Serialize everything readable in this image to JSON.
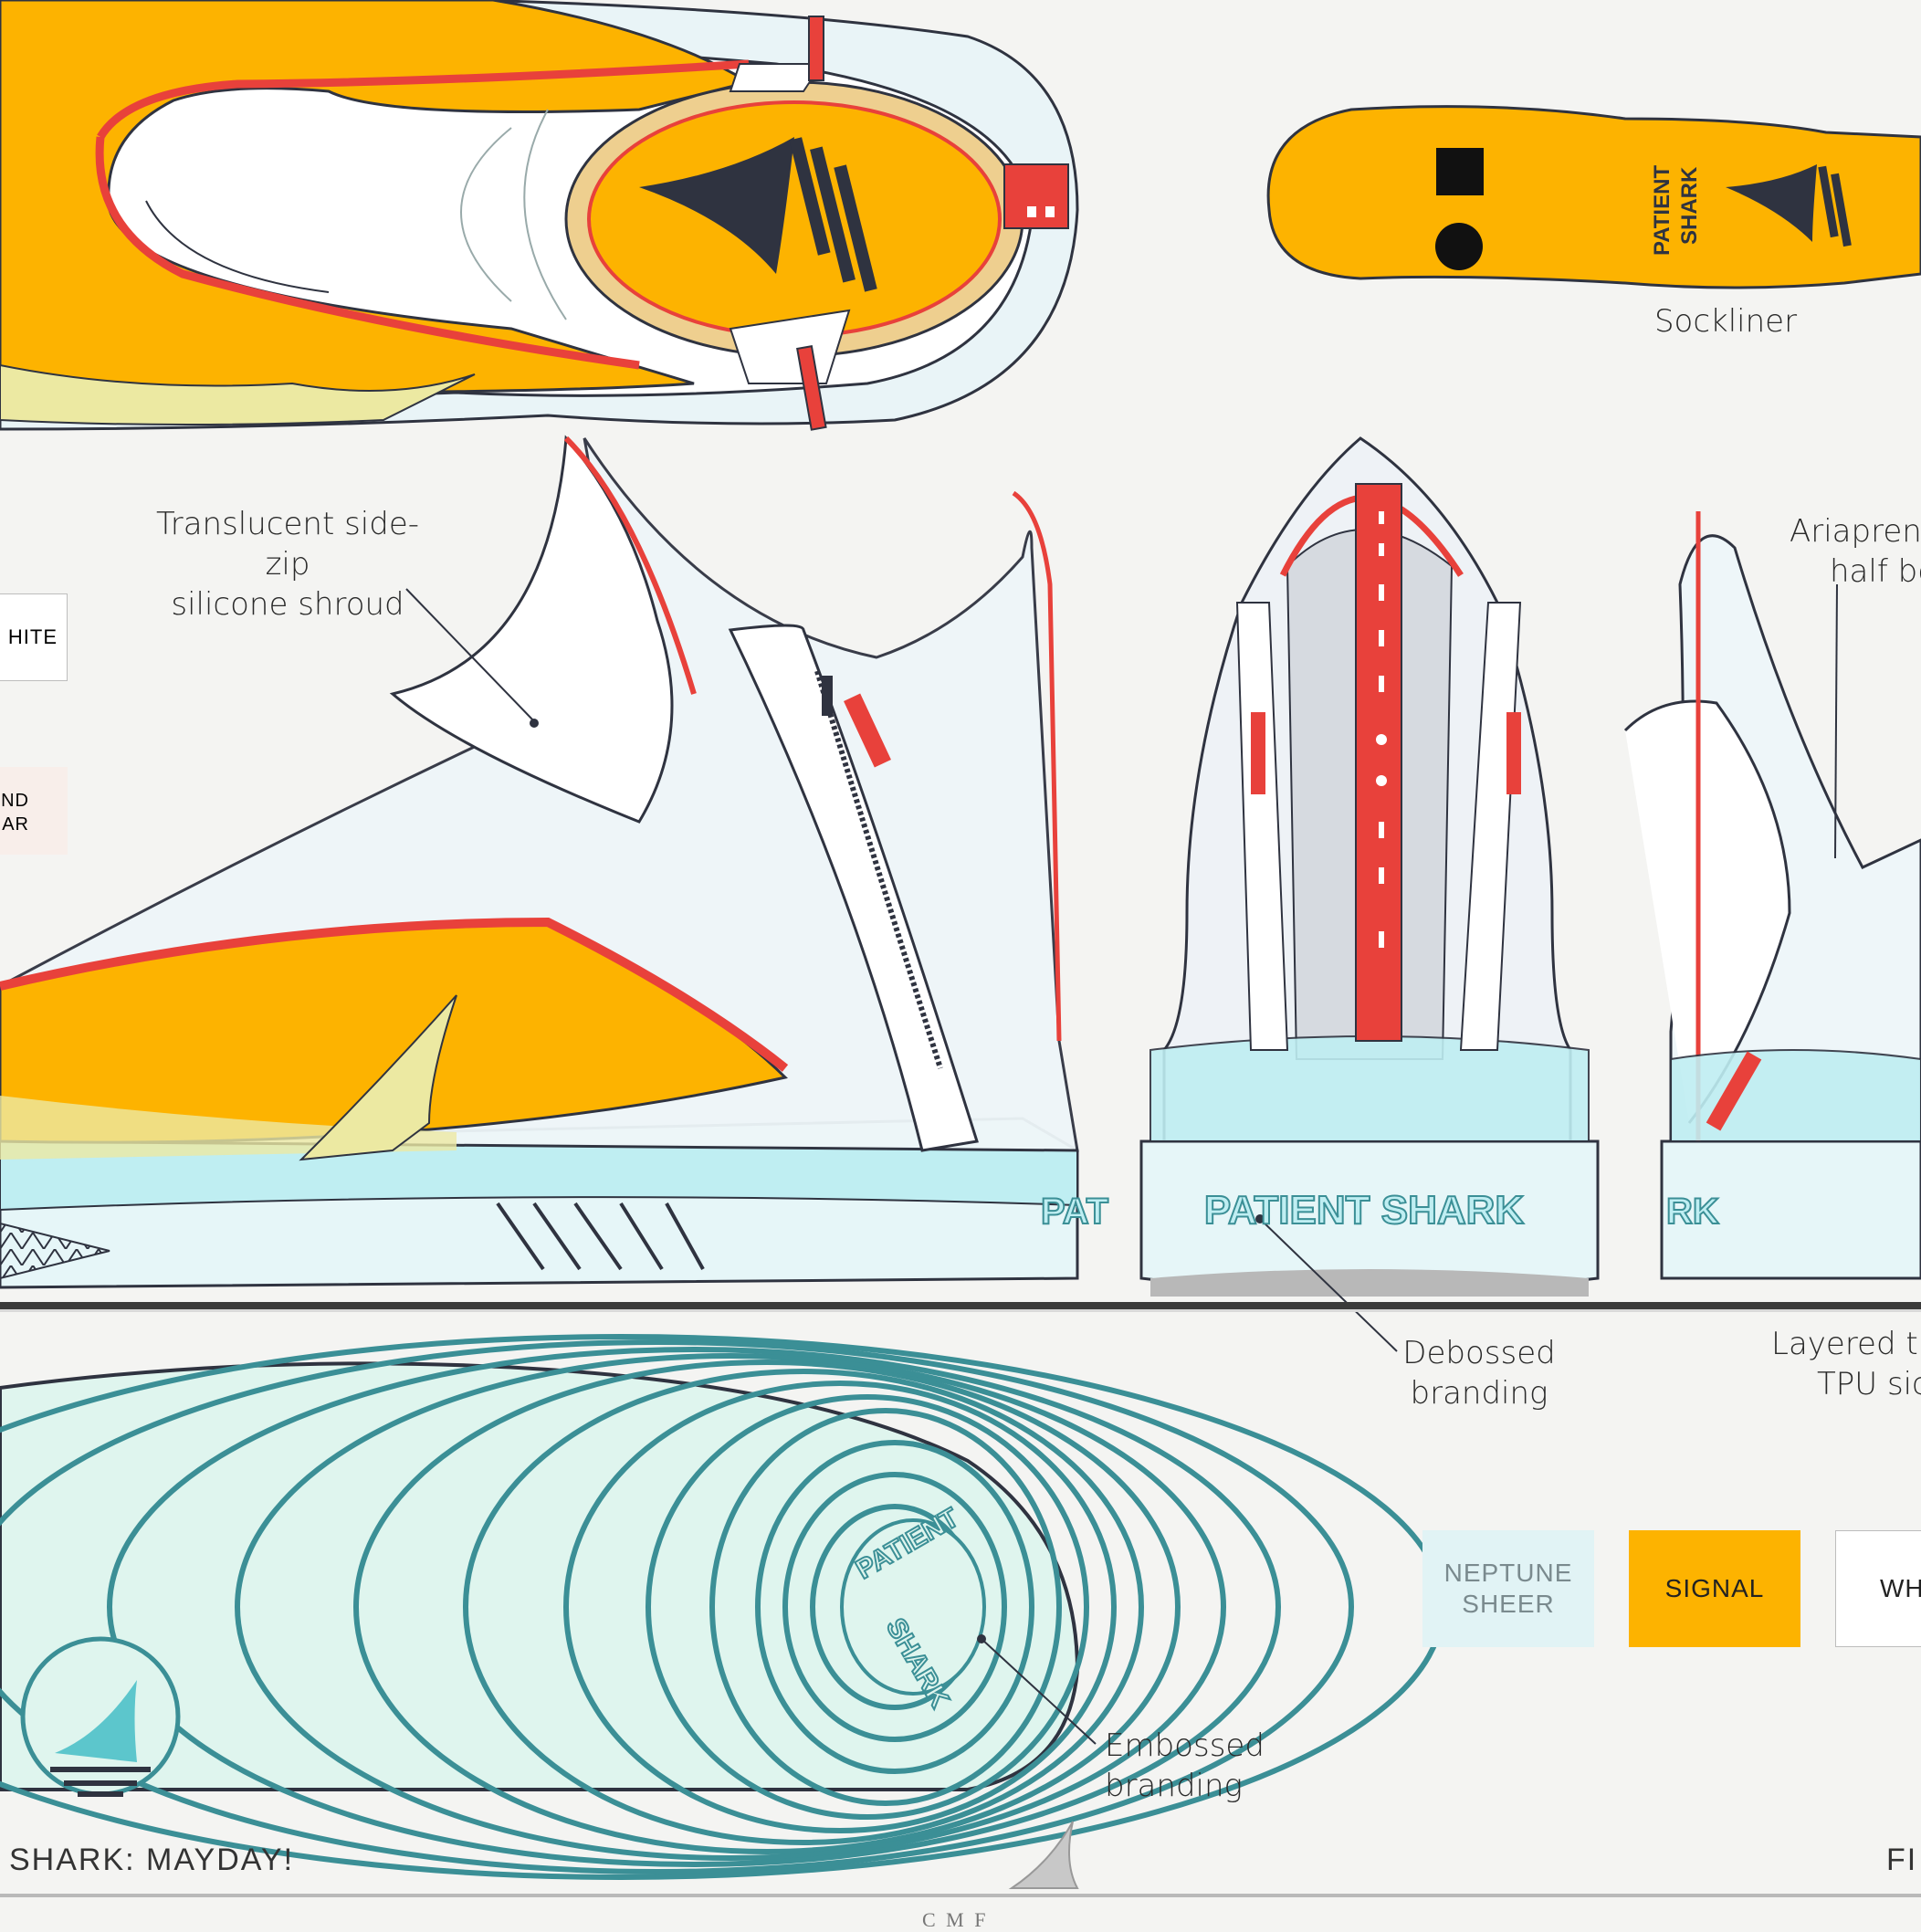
{
  "labels": {
    "shroud_line1": "Translucent side-zip",
    "shroud_line2": "silicone shroud",
    "ariaprene_line1": "Ariaprene",
    "ariaprene_line2": "half bo",
    "sockliner": "Sockliner",
    "debossed_line1": "Debossed",
    "debossed_line2": "branding",
    "layered_line1": "Layered tra",
    "layered_line2": "TPU sic",
    "embossed": "Embossed branding"
  },
  "brand": {
    "wordmark": "PATIENT SHARK",
    "sockliner_line1": "PATIENT",
    "sockliner_line2": "SHARK",
    "side_partial": "PAT",
    "side_partial_right": "RK",
    "outsole_top": "PATIENT",
    "outsole_bottom": "SHARK"
  },
  "swatches_left": [
    {
      "text": "HITE"
    },
    {
      "line1": "ND",
      "line2": "AR"
    }
  ],
  "swatches_bottom": [
    {
      "line1": "NEPTUNE",
      "line2": "SHEER",
      "color": "#e1f3f5",
      "text_color": "#7a8a8e"
    },
    {
      "line1": "SIGNAL",
      "color": "#fdb300",
      "text_color": "#222222"
    },
    {
      "line1": "WH",
      "color": "#ffffff",
      "text_color": "#222222"
    }
  ],
  "footer": {
    "title": "SHARK:  MAYDAY!",
    "right": "FI",
    "sub": "C      M      F"
  },
  "colors": {
    "signal": "#fdb300",
    "neptune": "#bfeef2",
    "accent_red": "#e8413b",
    "ink": "#2f3340"
  },
  "icons": [
    "shark-fin-logo-icon",
    "zipper-pull-icon",
    "square-dot-icon"
  ]
}
